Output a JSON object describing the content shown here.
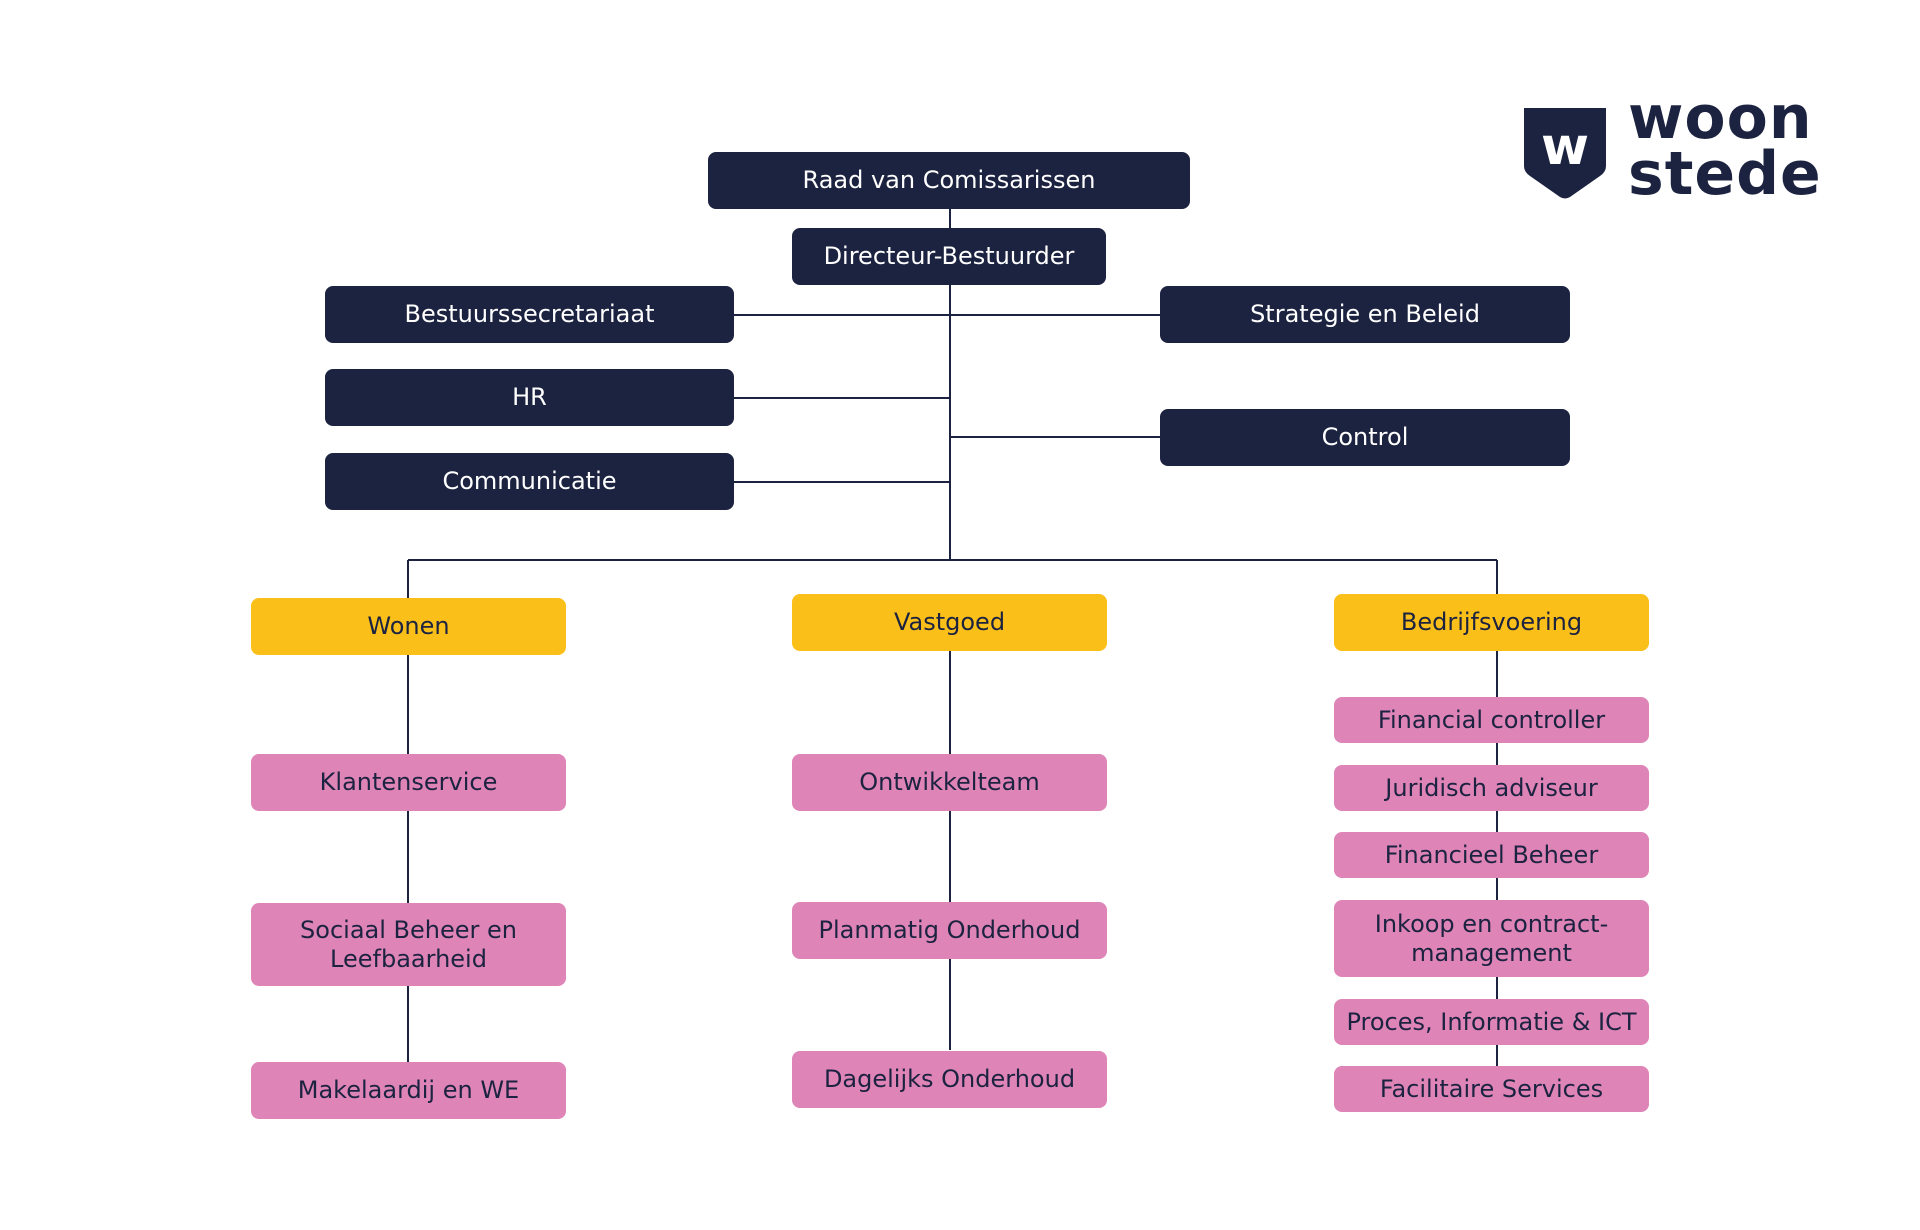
{
  "brand": {
    "logo_letter": "w",
    "logo_line1": "woon",
    "logo_line2": "stede",
    "colors": {
      "navy": "#1c2340",
      "yellow": "#fbbf1a",
      "pink": "#de84b6"
    }
  },
  "board": {
    "raad": "Raad van Comissarissen",
    "director": "Directeur-Bestuurder"
  },
  "staff_left": [
    "Bestuurssecretariaat",
    "HR",
    "Communicatie"
  ],
  "staff_right": [
    "Strategie en Beleid",
    "Control"
  ],
  "departments": [
    {
      "name": "Wonen",
      "units": [
        "Klantenservice",
        "Sociaal Beheer en Leefbaarheid",
        "Makelaardij en WE"
      ]
    },
    {
      "name": "Vastgoed",
      "units": [
        "Ontwikkelteam",
        "Planmatig Onderhoud",
        "Dagelijks Onderhoud"
      ]
    },
    {
      "name": "Bedrijfsvoering",
      "units": [
        "Financial controller",
        "Juridisch adviseur",
        "Financieel Beheer",
        "Inkoop en contract-management",
        "Proces, Informatie & ICT",
        "Facilitaire Services"
      ]
    }
  ]
}
